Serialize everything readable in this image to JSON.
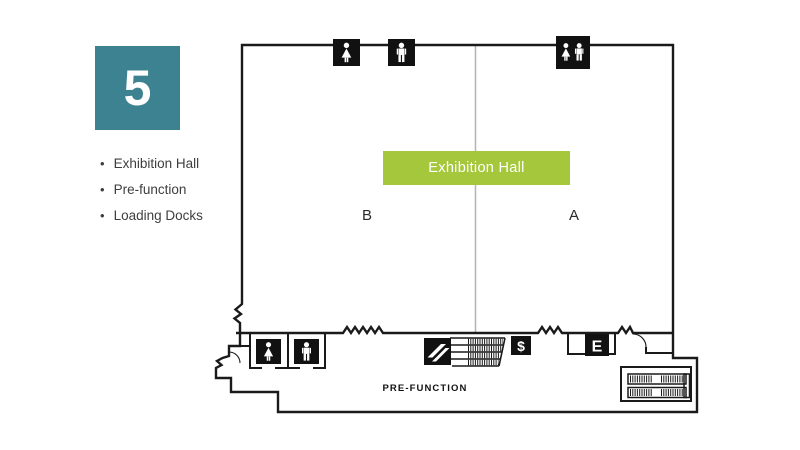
{
  "colors": {
    "teal": "#3C8290",
    "green": "#A5C73B",
    "wall": "#1A1A1A",
    "divider": "#B3B3B3",
    "text": "#3E3E3E",
    "black_box": "#111111"
  },
  "badge": {
    "floor_number": "5"
  },
  "legend": {
    "bullet": "•",
    "items": [
      {
        "label": "Exhibition Hall"
      },
      {
        "label": "Pre-function"
      },
      {
        "label": "Loading Docks"
      }
    ]
  },
  "plan": {
    "hall_label": "Exhibition Hall",
    "section_b_label": "B",
    "section_a_label": "A",
    "prefunction_label": "PRE-FUNCTION",
    "elevator_label": "E",
    "atm_label": "$",
    "icon_names": {
      "top": [
        "womens-restroom",
        "mens-restroom",
        "family-restroom"
      ],
      "bottom": [
        "womens-restroom",
        "mens-restroom",
        "escalator",
        "stairs",
        "atm",
        "elevator",
        "stairwell"
      ]
    }
  }
}
